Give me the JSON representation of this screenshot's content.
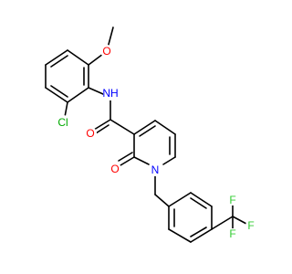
{
  "molecule": {
    "colors": {
      "bond": "#000000",
      "carbon": "#000000",
      "oxygen": "#ff0000",
      "nitrogen": "#0000ff",
      "chlorine": "#00aa00",
      "fluorine": "#33cc33"
    },
    "atoms": [
      {
        "id": "methyl_C",
        "element": "C",
        "label": "",
        "bonds_to": [
          "methoxy_O"
        ]
      },
      {
        "id": "methoxy_O",
        "element": "O",
        "label": "O"
      },
      {
        "id": "chloro_Cl",
        "element": "Cl",
        "label": "Cl"
      },
      {
        "id": "amide_N",
        "element": "N",
        "label": "NH"
      },
      {
        "id": "amide_O",
        "element": "O",
        "label": "O"
      },
      {
        "id": "pyridone_O",
        "element": "O",
        "label": "O"
      },
      {
        "id": "pyridone_N",
        "element": "N",
        "label": "N"
      },
      {
        "id": "F_top",
        "element": "F",
        "label": "F"
      },
      {
        "id": "F_right",
        "element": "F",
        "label": "F"
      },
      {
        "id": "F_bottom",
        "element": "F",
        "label": "F"
      }
    ]
  }
}
